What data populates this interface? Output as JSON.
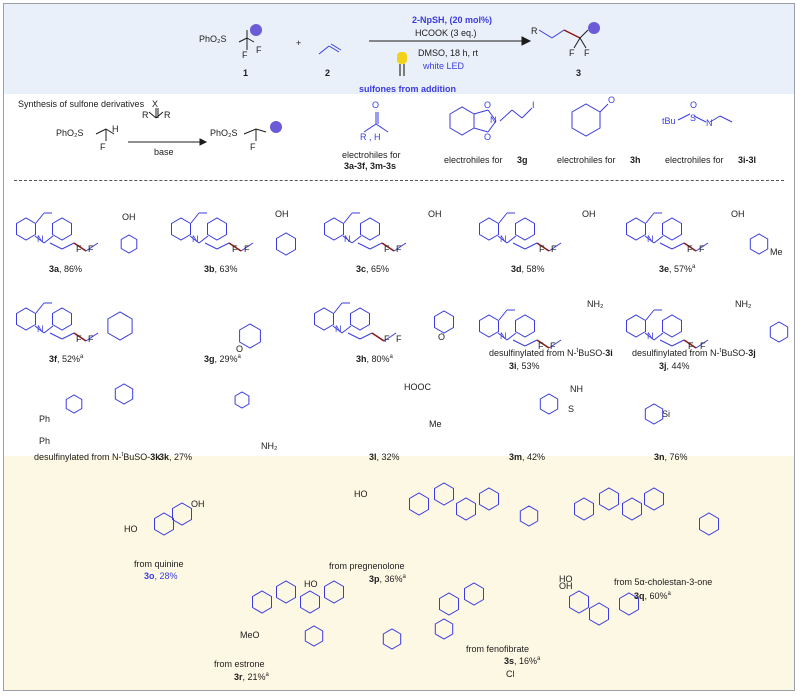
{
  "header": {
    "reagent_catalyst": "2-NpSH, (20 mol%)",
    "reagent_base": "HCOOK (3 eq.)",
    "solvent": "DMSO, 18 h, rt",
    "light": "white LED",
    "substrate_group": "PhO₂S",
    "plus": "+",
    "r_label": "R",
    "f": "F",
    "caption": "sulfones from addition",
    "label_1": "1",
    "label_2": "2",
    "label_3": "3"
  },
  "synthesis": {
    "title": "Synthesis of sulfone derivatives",
    "start_group": "PhO₂S",
    "h": "H",
    "x": "X",
    "r": "R",
    "base": "base",
    "product_group": "PhO₂S",
    "electrophiles": [
      {
        "text": "electrohiles for",
        "compounds": "3a-3f, 3m-3s",
        "structure_label": "R , H"
      },
      {
        "text": "electrohiles for",
        "compounds": "3g"
      },
      {
        "text": "electrohiles for",
        "compounds": "3h"
      },
      {
        "text": "electrohiles for",
        "compounds": "3i-3l",
        "structure_label": "tBu"
      }
    ],
    "atom_o": "O",
    "atom_n": "N",
    "atom_s": "S",
    "atom_i": "I"
  },
  "products": [
    {
      "id": "3a",
      "yield": ", 86%"
    },
    {
      "id": "3b",
      "yield": ", 63%"
    },
    {
      "id": "3c",
      "yield": ", 65%"
    },
    {
      "id": "3d",
      "yield": ", 58%"
    },
    {
      "id": "3e",
      "yield": ", 57%",
      "note": "a"
    },
    {
      "id": "3f",
      "yield": ", 52%",
      "note": "a"
    },
    {
      "id": "3g",
      "yield": ", 29%",
      "note": "a"
    },
    {
      "id": "3h",
      "yield": ", 80%",
      "note": "a"
    },
    {
      "id": "3i",
      "yield": ", 53%",
      "prefix": "desulfinylated from N-",
      "reagent": "BuSO-",
      "reagent_sup": "t",
      "from_id": "3i"
    },
    {
      "id": "3j",
      "yield": ", 44%",
      "prefix": "desulfinylated from N-",
      "reagent": "BuSO-",
      "reagent_sup": "t",
      "from_id": "3j"
    },
    {
      "id": "3k",
      "yield": ", 27%",
      "prefix": "desulfinylated from N-",
      "reagent": "BuSO-",
      "reagent_sup": "t",
      "from_id": "3k"
    },
    {
      "id": "3l",
      "yield": ", 32%"
    },
    {
      "id": "3m",
      "yield": ", 42%"
    },
    {
      "id": "3n",
      "yield": ", 76%"
    },
    {
      "id": "3o",
      "yield": ", 28%",
      "from": "from quinine"
    },
    {
      "id": "3p",
      "yield": ", 36%",
      "note": "a",
      "from": "from pregnenolone"
    },
    {
      "id": "3q",
      "yield": ", 60%",
      "note": "a",
      "from": "from 5α-cholestan-3-one"
    },
    {
      "id": "3r",
      "yield": ", 21%",
      "note": "a",
      "from": "from estrone"
    },
    {
      "id": "3s",
      "yield": ", 16%",
      "note": "a",
      "from": "from fenofibrate"
    }
  ],
  "atoms": {
    "oh": "OH",
    "ho": "HO",
    "f": "F",
    "n": "N",
    "nh2": "NH₂",
    "o": "O",
    "me": "Me",
    "meo": "MeO",
    "h": "H",
    "cl": "Cl",
    "si": "Si",
    "cooh": "HOOC",
    "ph": "Ph",
    "s": "S",
    "nh": "NH",
    "ome": "O"
  },
  "colors": {
    "header_bg": "#eaf0fa",
    "bottom_bg": "#fdf8e3",
    "blue": "#3b3be0",
    "bond": "#1c1c1c",
    "cf2_bond": "#8b1a1a",
    "purple": "#6b5bd6",
    "led_yellow": "#f2d21b"
  }
}
